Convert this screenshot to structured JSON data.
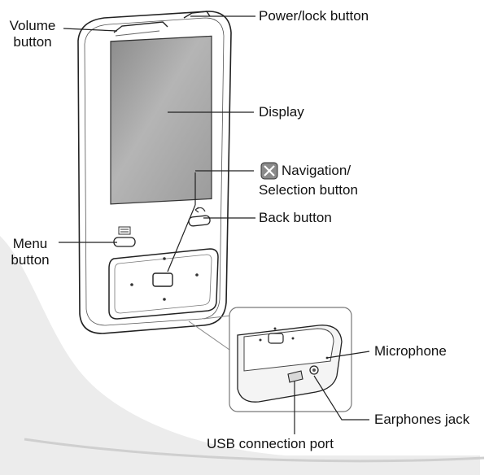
{
  "labels": {
    "volume_l1": "Volume",
    "volume_l2": "button",
    "power": "Power/lock button",
    "display": "Display",
    "nav_l1": "Navigation/",
    "nav_l2": "Selection button",
    "back": "Back button",
    "menu_l1": "Menu",
    "menu_l2": "button",
    "microphone": "Microphone",
    "earphones": "Earphones jack",
    "usb": "USB connection port"
  },
  "icons": {
    "nav_symbol": "navigation-cross-icon",
    "back_symbol": "back-arrow-icon",
    "menu_symbol": "menu-lines-icon"
  },
  "colors": {
    "outline": "#222222",
    "screen": "#9a9a9a",
    "shadow": "#d9d9d9"
  }
}
